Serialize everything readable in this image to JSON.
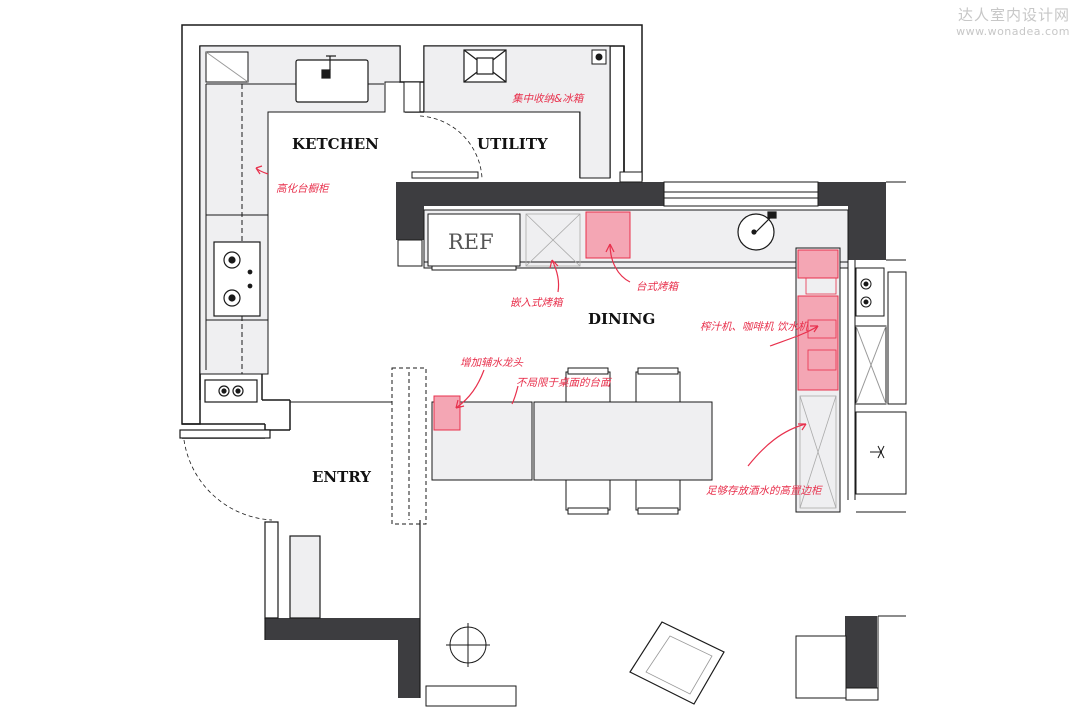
{
  "watermark": {
    "site_name": "达人室内设计网",
    "url": "www.wonadea.com"
  },
  "rooms": {
    "kitchen": "KETCHEN",
    "utility": "UTILITY",
    "dining": "DINING",
    "entry": "ENTRY"
  },
  "appliance_labels": {
    "fridge": "REF"
  },
  "annotations": {
    "laundry_storage": "集中收纳&冰箱",
    "cabinet_wall": "高化台橱柜",
    "built_in_oven": "嵌入式烤箱",
    "countertop_oven": "台式烤箱",
    "coffee_machine": "榨汁机、咖啡机 饮水机",
    "table_sink": "增加辅水龙头",
    "table_extension": "不局限于桌面的台面",
    "wine_cabinet": "足够存放酒水的高置边柜"
  },
  "colors": {
    "wall": "#3d3d40",
    "line": "#1a1a1a",
    "counter": "#efeff1",
    "highlight": "#f4a6b4",
    "highlight_stroke": "#e8304c",
    "note": "#e8304c",
    "watermark": "#c7c7c7"
  }
}
